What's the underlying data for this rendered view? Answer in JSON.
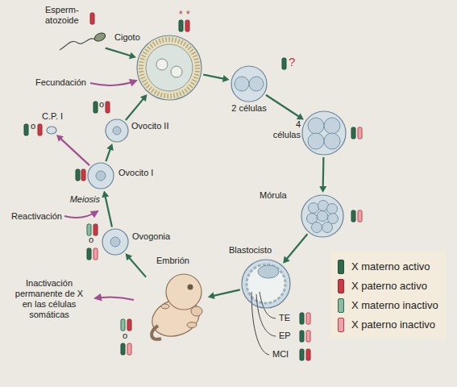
{
  "diagram": {
    "nodes": [
      {
        "text": [
          "Esperm- atozoide"
        ]
      },
      {
        "text": [
          "Cigoto"
        ]
      },
      {
        "text": [
          "2 células"
        ]
      },
      {
        "text": [
          "4 células"
        ]
      },
      {
        "text": [
          "Mórula"
        ]
      },
      {
        "text": [
          "Blastocisto"
        ]
      },
      {
        "text": [
          "Embrión"
        ]
      },
      {
        "text": [
          "Ovogonia"
        ]
      },
      {
        "text": [
          "Ovocito I"
        ]
      },
      {
        "text": [
          "C.P. I"
        ]
      },
      {
        "text": [
          "Ovocito II"
        ]
      }
    ],
    "edges": [
      {
        "from": 0,
        "to": 1,
        "arrow": "to"
      },
      {
        "from": 1,
        "to": 2,
        "arrow": "to"
      },
      {
        "from": 2,
        "to": 3,
        "arrow": "to"
      },
      {
        "from": 3,
        "to": 4,
        "arrow": "to"
      },
      {
        "from": 4,
        "to": 5,
        "arrow": "to"
      },
      {
        "from": 5,
        "to": 6,
        "arrow": "to"
      },
      {
        "from": 6,
        "to": 7,
        "arrow": "to"
      },
      {
        "from": 7,
        "to": 8,
        "arrow": "to",
        "label": "Meiosis"
      },
      {
        "from": 8,
        "to": 10,
        "arrow": "to"
      },
      {
        "from": 8,
        "to": 9,
        "arrow": "to"
      },
      {
        "from": 10,
        "to": 1,
        "arrow": "to"
      }
    ],
    "labels": [
      "Fecundación",
      "Reactivación",
      "Inactivación permanente de X en las células somáticas",
      "*",
      "*",
      "?",
      "o",
      "o",
      "o",
      "o",
      "TE",
      "EP",
      "MCI"
    ],
    "legend": [
      {
        "text": "X materno activo",
        "color": "#2e6b4c"
      },
      {
        "text": "X paterno activo",
        "color": "#c73a45"
      },
      {
        "text": "X materno inactivo",
        "color": "#8dbaa2"
      },
      {
        "text": "X paterno inactivo",
        "color": "#eba3aa"
      }
    ]
  }
}
